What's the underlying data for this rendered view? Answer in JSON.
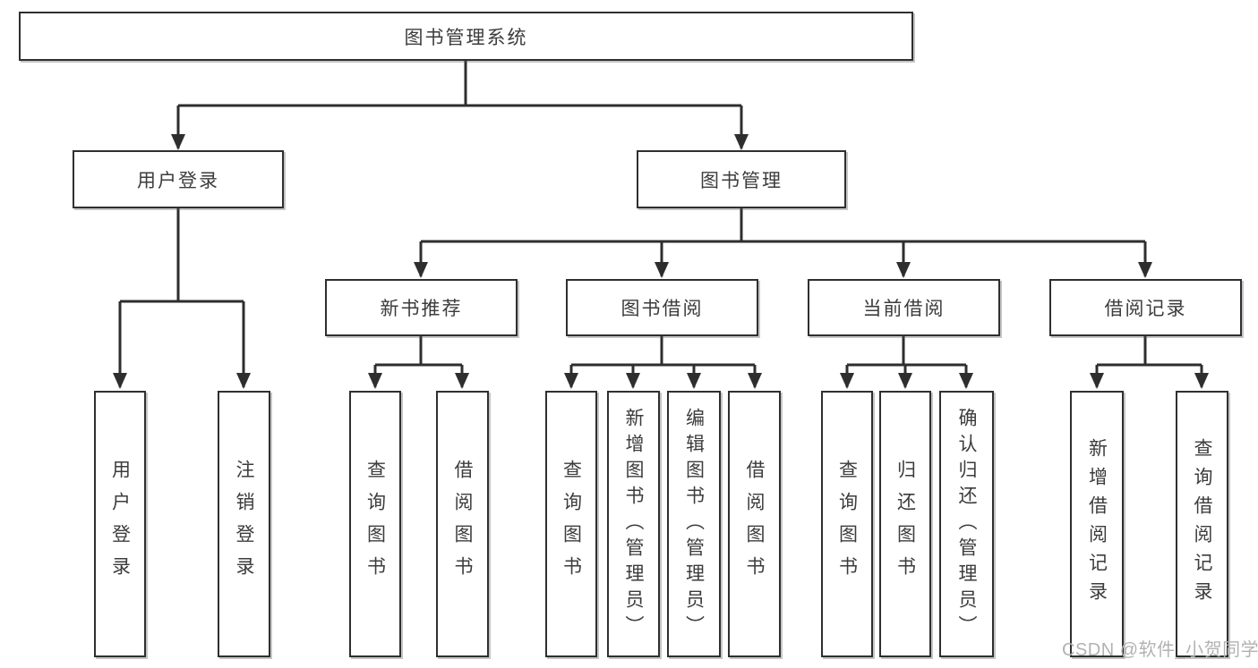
{
  "tree": {
    "root": "图书管理系统",
    "branches": [
      {
        "label": "用户登录",
        "children": [
          {
            "label": "用户登录"
          },
          {
            "label": "注销登录"
          }
        ]
      },
      {
        "label": "图书管理",
        "children": [
          {
            "label": "新书推荐",
            "children": [
              {
                "label": "查询图书"
              },
              {
                "label": "借阅图书"
              }
            ]
          },
          {
            "label": "图书借阅",
            "children": [
              {
                "label": "查询图书"
              },
              {
                "label": "新增图书（管理员）"
              },
              {
                "label": "编辑图书（管理员）"
              },
              {
                "label": "借阅图书"
              }
            ]
          },
          {
            "label": "当前借阅",
            "children": [
              {
                "label": "查询图书"
              },
              {
                "label": "归还图书"
              },
              {
                "label": "确认归还（管理员）"
              }
            ]
          },
          {
            "label": "借阅记录",
            "children": [
              {
                "label": "新增借阅记录"
              },
              {
                "label": "查询借阅记录"
              }
            ]
          }
        ]
      }
    ]
  },
  "watermark": "CSDN @软件_小贺同学",
  "colors": {
    "line": "#2e2e2e",
    "box_border": "#2f2f2f",
    "text": "#3c3c3c",
    "watermark": "#b2b2b2",
    "background": "#ffffff"
  }
}
